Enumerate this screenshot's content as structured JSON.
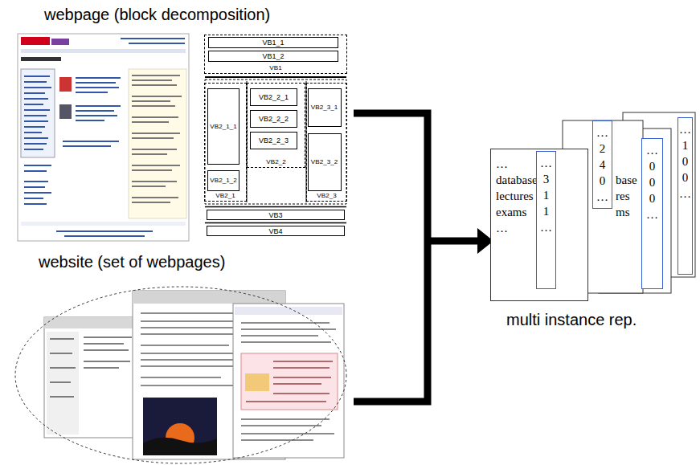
{
  "diagram": {
    "nodes": [
      {
        "text": [
          "VB1"
        ]
      },
      {
        "text": [
          "VB1_1"
        ],
        "in": 0
      },
      {
        "text": [
          "VB1_2"
        ],
        "in": 0
      },
      {
        "text": [
          "VB2_1"
        ]
      },
      {
        "text": [
          "VB2_1_1"
        ],
        "in": 3
      },
      {
        "text": [
          "VB2_1_2"
        ],
        "in": 3
      },
      {
        "text": [
          "VB2_2"
        ]
      },
      {
        "text": [
          "VB2_2_1"
        ],
        "in": 6
      },
      {
        "text": [
          "VB2_2_2"
        ],
        "in": 6
      },
      {
        "text": [
          "VB2_2_3"
        ],
        "in": 6
      },
      {
        "text": [
          "VB2_3"
        ]
      },
      {
        "text": [
          "VB2_3_1"
        ],
        "in": 10
      },
      {
        "text": [
          "VB2_3_2"
        ],
        "in": 10
      },
      {
        "text": [
          "VB3"
        ]
      },
      {
        "text": [
          "VB4"
        ]
      },
      {
        "text": [
          "… database lectures exams …"
        ]
      },
      {
        "text": [
          "… 3 1 1 …"
        ],
        "in": 15
      },
      {
        "text": [
          "… 2 4 0 …"
        ]
      },
      {
        "text": [
          "… 0 0 0 …"
        ]
      },
      {
        "text": [
          "… 1 0 0 …"
        ]
      }
    ],
    "labels": [
      "webpage (block decomposition)",
      "website (set of webpages)",
      "multi instance rep.",
      "base",
      "res",
      "ms"
    ]
  }
}
